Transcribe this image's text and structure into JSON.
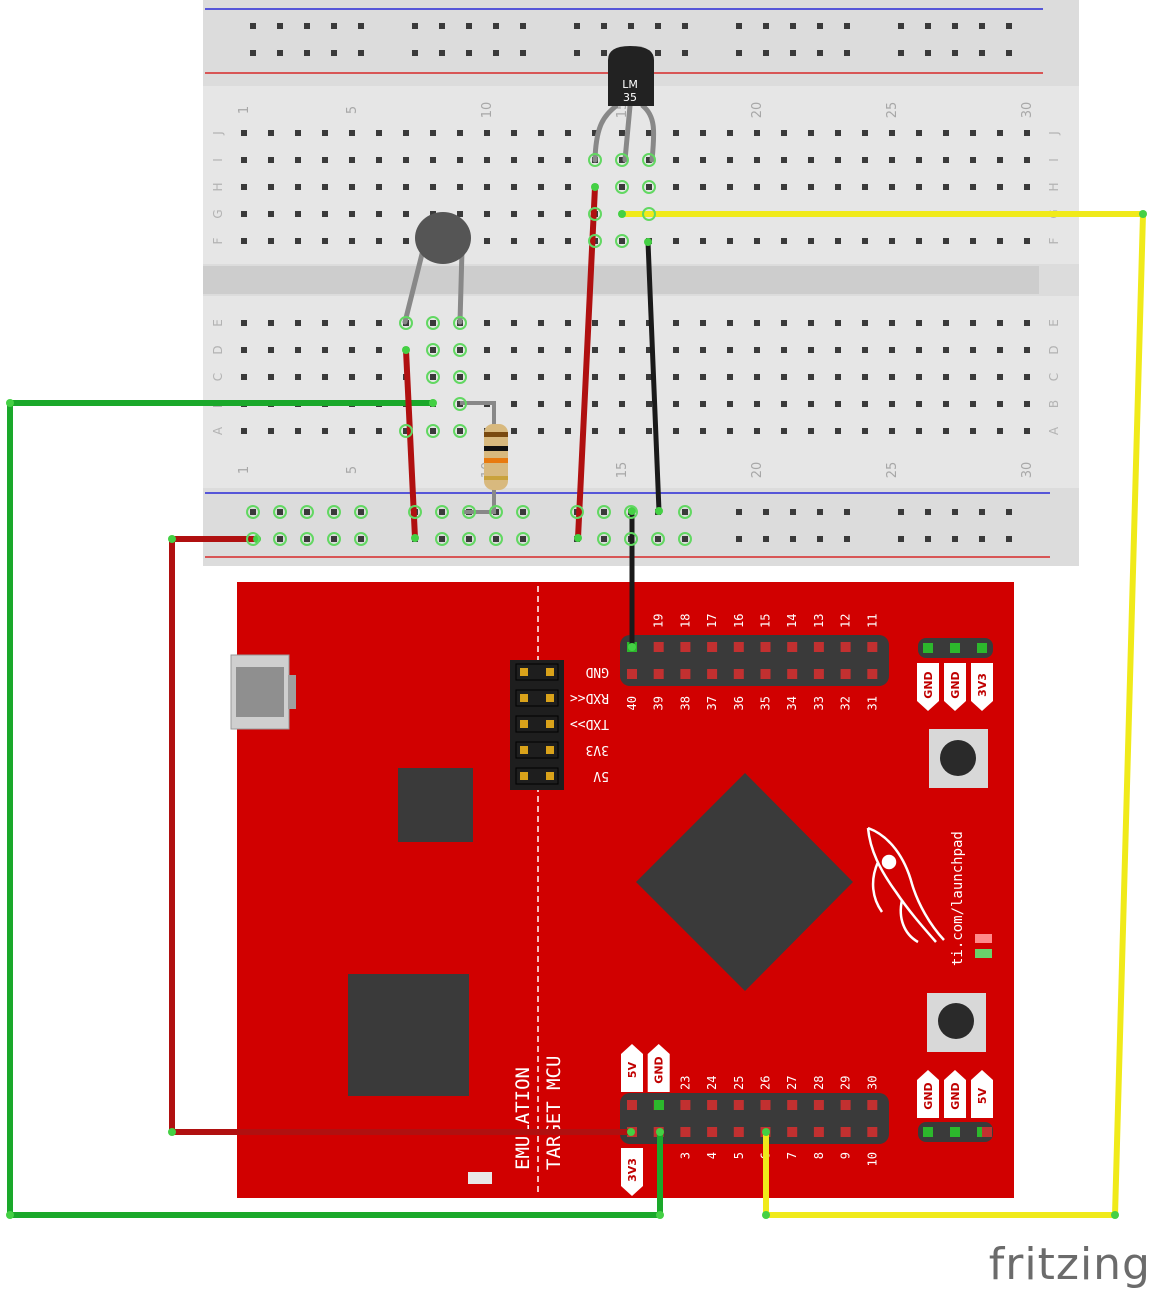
{
  "breadboard": {
    "column_labels": [
      "1",
      "5",
      "10",
      "15",
      "20",
      "25",
      "30"
    ],
    "row_labels_top": [
      "J",
      "I",
      "H",
      "G",
      "F"
    ],
    "row_labels_bottom": [
      "E",
      "D",
      "C",
      "B",
      "A"
    ]
  },
  "sensor": {
    "label_line1": "LM",
    "label_line2": "35"
  },
  "launchpad": {
    "top_header_top_pins": [
      "20",
      "19",
      "18",
      "17",
      "16",
      "15",
      "14",
      "13",
      "12",
      "11"
    ],
    "top_header_bottom_pins": [
      "40",
      "39",
      "38",
      "37",
      "36",
      "35",
      "34",
      "33",
      "32",
      "31"
    ],
    "bottom_header_top_pins": [
      "5V",
      "GND",
      "23",
      "24",
      "25",
      "26",
      "27",
      "28",
      "29",
      "30"
    ],
    "bottom_header_bottom_pins": [
      "3V3",
      "",
      "3",
      "4",
      "5",
      "6",
      "7",
      "8",
      "9",
      "10"
    ],
    "right_top_labels": [
      "GND",
      "GND",
      "3V3"
    ],
    "right_bottom_labels": [
      "GND",
      "GND",
      "5V"
    ],
    "uart_labels": [
      "GND",
      "RXD<<",
      "TXD>>",
      "3V3",
      "5V"
    ],
    "url": "ti.com/launchpad",
    "emulation": "EMULATION",
    "target": "TARGET MCU"
  },
  "colors": {
    "board": "#d10000",
    "breadboard": "#dcdcdc",
    "wire_green": "#1aa82a",
    "wire_red": "#b01010",
    "wire_yellow": "#f0ea1a",
    "wire_black": "#1a1a1a"
  },
  "watermark": "fritzing"
}
